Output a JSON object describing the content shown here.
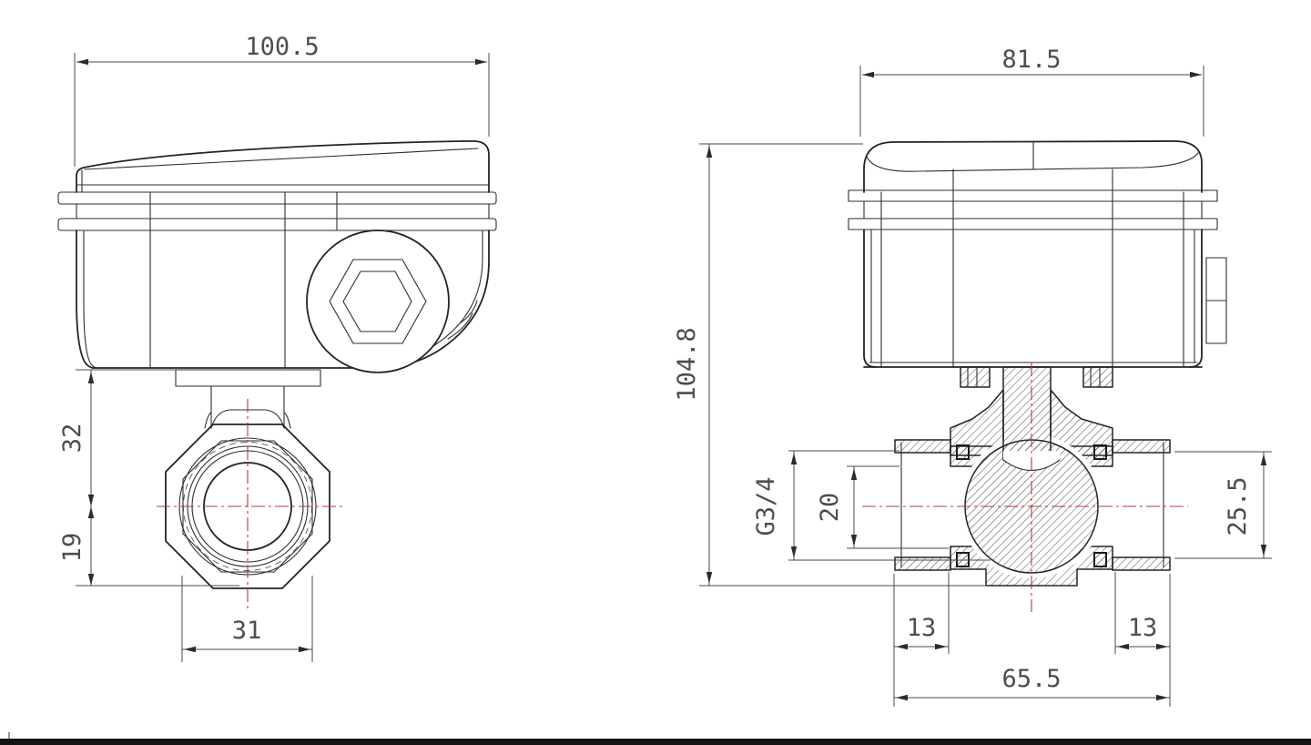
{
  "drawing": {
    "type": "engineering-drawing",
    "subject": "motorized ball valve - two orthographic views with dimensions",
    "units": "mm",
    "colors": {
      "line": "#242424",
      "dimension": "#4a4a4a",
      "centerline": "#b03b3b",
      "background": "#ffffff",
      "title_bar": "#141414"
    },
    "side_view": {
      "name": "actuator side view with valve end",
      "dims": {
        "overall_width": "100.5",
        "body_to_center": "32",
        "center_to_nut_bottom": "19",
        "nut_across_flats": "31"
      }
    },
    "front_view": {
      "name": "actuator front view with valve cross-section",
      "dims": {
        "actuator_width": "81.5",
        "overall_height": "104.8",
        "port_thread": "G3/4",
        "bore_diameter": "20",
        "pipe_end_od": "25.5",
        "thread_length_left": "13",
        "thread_length_right": "13",
        "body_length": "65.5"
      }
    }
  }
}
